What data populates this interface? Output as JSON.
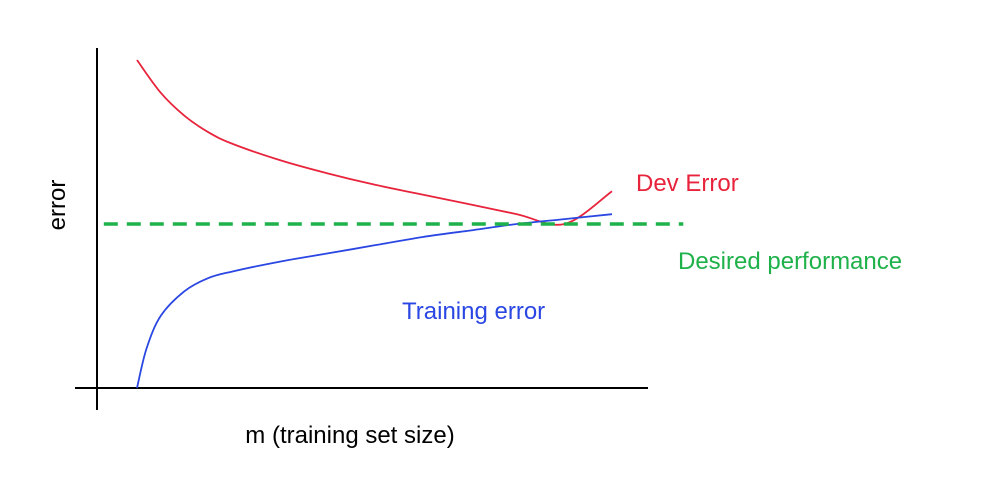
{
  "chart_data": {
    "type": "line",
    "title": "",
    "xlabel": "m (training set size)",
    "ylabel": "error",
    "xlim": [
      0,
      10
    ],
    "ylim": [
      0,
      10
    ],
    "grid": false,
    "legend": "none (series labeled inline)",
    "series": [
      {
        "name": "Dev Error",
        "color": "#e8243c",
        "x": [
          0.0,
          0.5,
          1.0,
          1.5,
          2.0,
          3.0,
          4.0,
          5.0,
          6.0,
          7.0,
          8.0,
          9.0,
          10.0
        ],
        "y": [
          10.0,
          9.0,
          8.3,
          7.8,
          7.45,
          6.95,
          6.55,
          6.2,
          5.9,
          5.6,
          5.3,
          5.0,
          6.0
        ]
      },
      {
        "name": "Training error",
        "color": "#2b47e3",
        "x": [
          0.0,
          0.2,
          0.5,
          1.0,
          1.5,
          2.0,
          3.0,
          4.0,
          5.0,
          6.0,
          7.0,
          8.0,
          9.0,
          10.0
        ],
        "y": [
          0.0,
          1.2,
          2.2,
          2.95,
          3.35,
          3.55,
          3.85,
          4.1,
          4.35,
          4.6,
          4.8,
          5.0,
          5.15,
          5.3
        ]
      },
      {
        "name": "Desired performance",
        "color": "#1fb14a",
        "dashed": true,
        "x": [
          -0.7,
          11.5
        ],
        "y": [
          5.0,
          5.0
        ]
      }
    ]
  }
}
